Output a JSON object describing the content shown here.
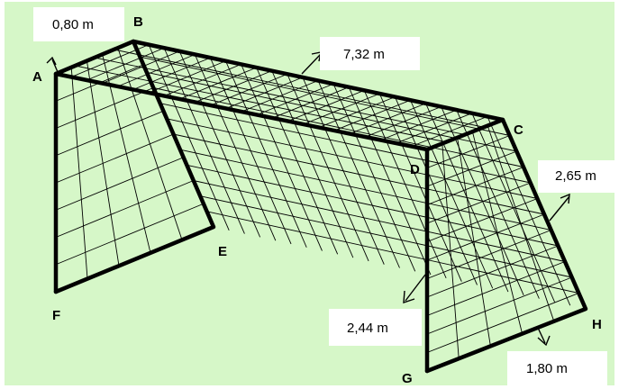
{
  "colors": {
    "background": "#d6f7c8",
    "lines": "#000000",
    "label_boxes": "#ffffff"
  },
  "points": {
    "A": "A",
    "B": "B",
    "C": "C",
    "D": "D",
    "E": "E",
    "F": "F",
    "G": "G",
    "H": "H"
  },
  "dimensions": {
    "depth_top": "0,80 m",
    "width": "7,32 m",
    "side_bottom": "2,65 m",
    "height": "2,44 m",
    "depth_bottom": "1,80 m"
  }
}
